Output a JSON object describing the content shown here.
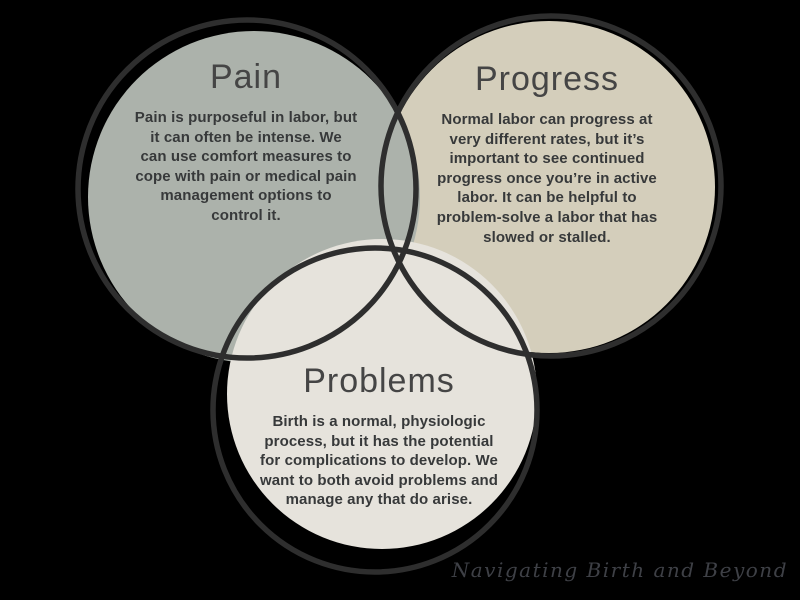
{
  "colors": {
    "background": "#000000",
    "outline": "#2e2e2e",
    "pain_fill": "#acb2ab",
    "progress_fill": "#d4cebb",
    "problems_fill": "#e6e3dc",
    "title_text": "#454545",
    "body_text": "#37393a",
    "signature_text": "#3e4046"
  },
  "venn": {
    "pain": {
      "title": "Pain",
      "lines": [
        "Pain is purposeful in labor, but",
        "it can often be intense. We",
        "can use comfort measures to",
        "cope with pain or medical pain",
        "management options to",
        "control it."
      ]
    },
    "progress": {
      "title": "Progress",
      "lines": [
        "Normal labor can progress at",
        "very different rates, but it’s",
        "important to see continued",
        "progress once you’re in active",
        "labor. It can be helpful to",
        "problem-solve a labor that has",
        "slowed or stalled."
      ]
    },
    "problems": {
      "title": "Problems",
      "lines": [
        "Birth is a normal, physiologic",
        "process, but it has the potential",
        "for complications to develop. We",
        "want to both avoid problems and",
        "manage any that do arise."
      ]
    }
  },
  "signature": "Navigating Birth and Beyond"
}
